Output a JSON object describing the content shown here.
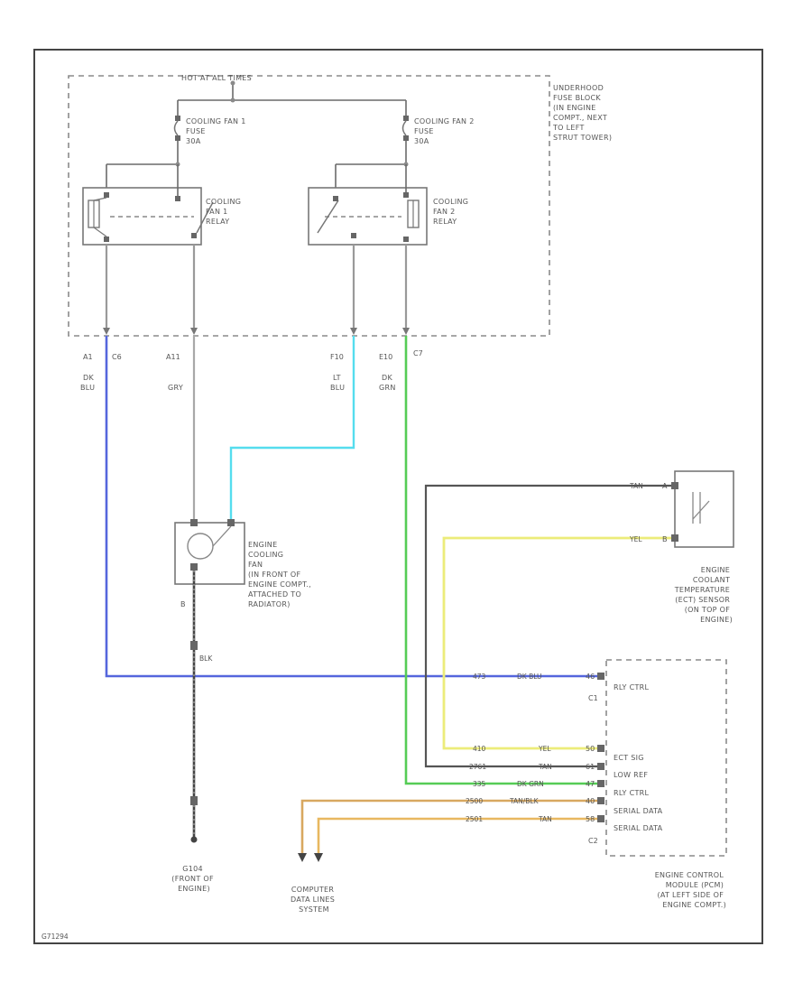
{
  "hot_label": "HOT AT ALL TIMES",
  "fuse_block": [
    "UNDERHOOD",
    "FUSE BLOCK",
    "(IN ENGINE",
    "COMPT., NEXT",
    "TO LEFT",
    "STRUT TOWER)"
  ],
  "fuse1": [
    "COOLING FAN 1",
    "FUSE",
    "30A"
  ],
  "fuse2": [
    "COOLING FAN 2",
    "FUSE",
    "30A"
  ],
  "relay1": [
    "COOLING",
    "FAN 1",
    "RELAY"
  ],
  "relay2": [
    "COOLING",
    "FAN 2",
    "RELAY"
  ],
  "connectors": {
    "a1": "A1",
    "c6": "C6",
    "a11": "A11",
    "f10": "F10",
    "e10": "E10",
    "c7": "C7"
  },
  "wire_colors": {
    "dk_blu": [
      "DK",
      "BLU"
    ],
    "gry": "GRY",
    "lt_blu": [
      "LT",
      "BLU"
    ],
    "dk_grn": [
      "DK",
      "GRN"
    ]
  },
  "fan_motor": [
    "ENGINE",
    "COOLING",
    "FAN",
    "(IN FRONT OF",
    "ENGINE COMPT.,",
    "ATTACHED TO",
    "RADIATOR)"
  ],
  "fan_pin_b": "B",
  "ground_wire": "BLK",
  "ground": [
    "G104",
    "(FRONT OF",
    "ENGINE)"
  ],
  "ect_sensor": [
    "ENGINE",
    "COOLANT",
    "TEMPERATURE",
    "(ECT) SENSOR",
    "(ON TOP OF",
    "ENGINE)"
  ],
  "ect_pins": [
    {
      "color": "TAN",
      "pin": "A"
    },
    {
      "color": "YEL",
      "pin": "B"
    }
  ],
  "ecm": [
    "ENGINE CONTROL",
    "MODULE (PCM)",
    "(AT LEFT SIDE OF",
    "ENGINE COMPT.)"
  ],
  "ecm_conn_top": "C1",
  "ecm_conn_bottom": "C2",
  "ecm_rows": [
    {
      "circuit": "473",
      "color": "DK BLU",
      "pin": "46",
      "label": "RLY CTRL"
    },
    {
      "circuit": "410",
      "color": "YEL",
      "pin": "50",
      "label": "ECT SIG"
    },
    {
      "circuit": "2761",
      "color": "TAN",
      "pin": "61",
      "label": "LOW REF"
    },
    {
      "circuit": "335",
      "color": "DK GRN",
      "pin": "47",
      "label": "RLY CTRL"
    },
    {
      "circuit": "2500",
      "color": "TAN/BLK",
      "pin": "40",
      "label": "SERIAL DATA"
    },
    {
      "circuit": "2501",
      "color": "TAN",
      "pin": "58",
      "label": "SERIAL DATA"
    }
  ],
  "computer": [
    "COMPUTER",
    "DATA LINES",
    "SYSTEM"
  ],
  "figure_id": "G71294"
}
